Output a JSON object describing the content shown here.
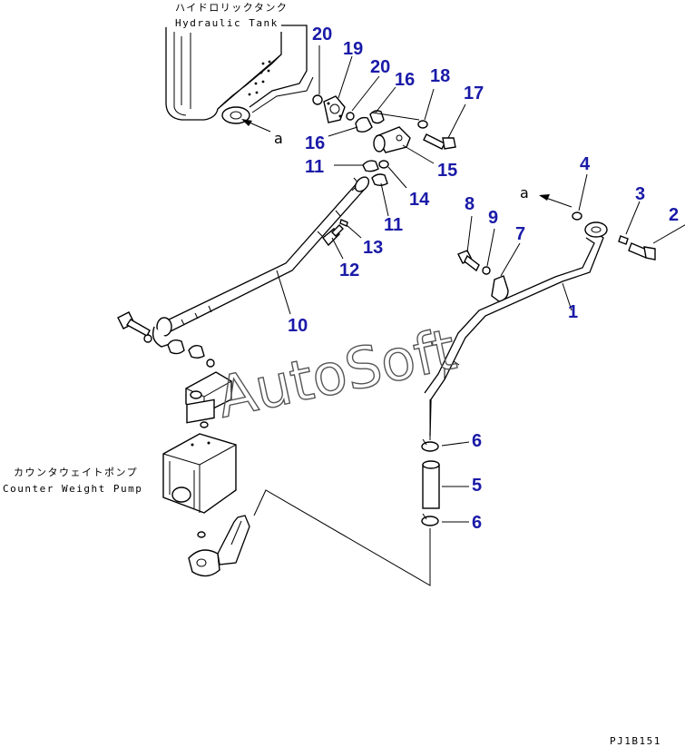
{
  "labels": {
    "tank_jp": "ハイドロリックタンク",
    "tank_en": "Hydraulic Tank",
    "pump_jp": "カウンタウェイトポンプ",
    "pump_en": "Counter Weight Pump",
    "view_marker_top": "a",
    "view_marker_right": "a",
    "watermark": "AutoSoft",
    "figure_code": "PJ1B151"
  },
  "callouts": {
    "p1": "1",
    "p2": "2",
    "p3": "3",
    "p4": "4",
    "p5": "5",
    "p6a": "6",
    "p6b": "6",
    "p7": "7",
    "p8": "8",
    "p9": "9",
    "p10": "10",
    "p11a": "11",
    "p11b": "11",
    "p12": "12",
    "p13": "13",
    "p14": "14",
    "p15": "15",
    "p16a": "16",
    "p16b": "16",
    "p17": "17",
    "p18": "18",
    "p19": "19",
    "p20a": "20",
    "p20b": "20"
  },
  "colors": {
    "callout": "#1a1aa8",
    "line": "#000000",
    "watermark": "#555555"
  }
}
